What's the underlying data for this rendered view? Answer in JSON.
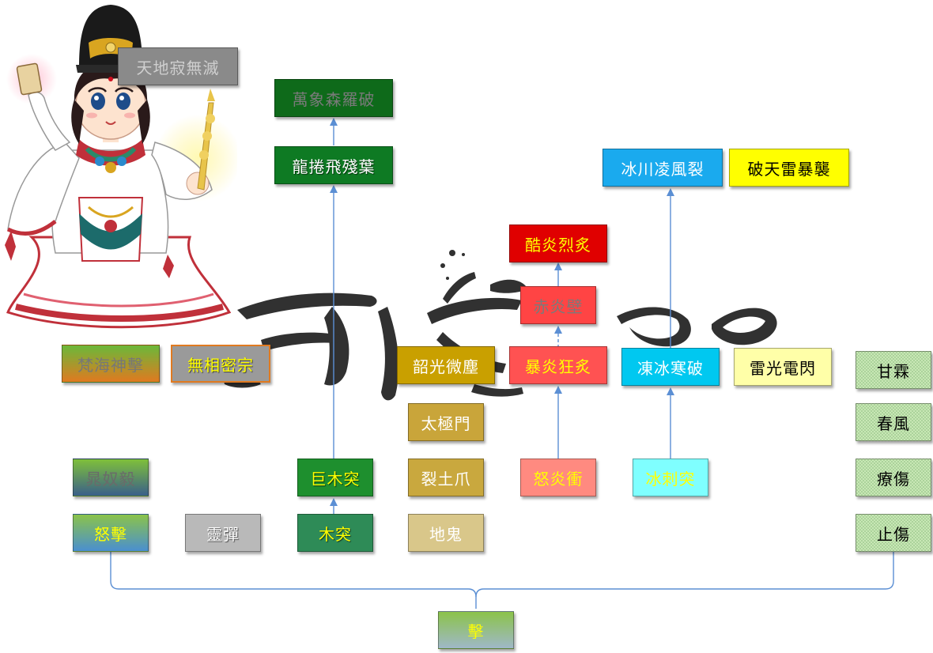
{
  "nodes": {
    "geki": "擊",
    "nugeki": "怒擊",
    "konugeki": "晁奴毅",
    "reidan": "靈彈",
    "bonkai": "梵海神擊",
    "muso": "無相密宗",
    "mokutotsu": "木突",
    "kyomokutotsu": "巨木突",
    "ryuken": "龍捲飛殘葉",
    "bansho": "萬象森羅破",
    "chiki": "地鬼",
    "retsudo": "裂土爪",
    "taikyoku": "太極門",
    "shoko": "韶光微塵",
    "doen": "怒炎衝",
    "boen": "暴炎狂炙",
    "sekien": "赤炎壁",
    "kokuen": "酷炎烈炙",
    "hyoshi": "冰刺突",
    "tohyo": "凍冰寒破",
    "hyosen": "冰川凌風裂",
    "raiko": "雷光電閃",
    "hatenrai": "破天雷暴襲",
    "tenchi": "天地寂無滅",
    "kanrin": "甘霖",
    "shunpu": "春風",
    "ryosho": "療傷",
    "shisho": "止傷"
  },
  "colors": {
    "wood": "#0e7a23",
    "fire": "#ee3322",
    "ice": "#1aaaee",
    "thunder": "#ffff00",
    "earth": "#c8a23a",
    "heal": "#c8e7b5",
    "yellow_text": "#ffff00",
    "arrow": "#5b8fd4"
  },
  "decorations": {
    "character": "priestess-character-illustration",
    "brush": "ink-calligraphy-watermark"
  }
}
